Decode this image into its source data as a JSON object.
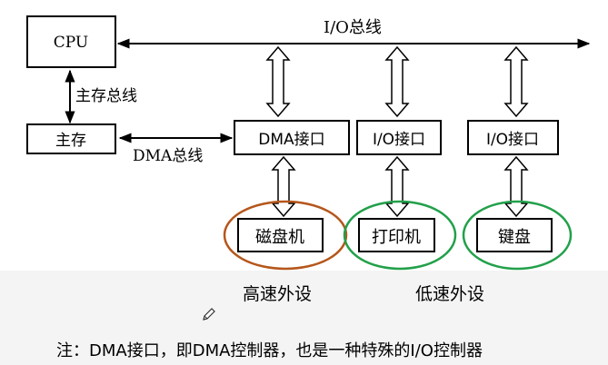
{
  "diagram": {
    "cpu": "CPU",
    "io_bus": "I/O总线",
    "main_bus": "主存总线",
    "main_memory": "主存",
    "dma_bus": "DMA总线",
    "dma_interface": "DMA接口",
    "io_interface_1": "I/O接口",
    "io_interface_2": "I/O接口",
    "disk": "磁盘机",
    "printer": "打印机",
    "keyboard": "键盘",
    "high_speed": "高速外设",
    "low_speed": "低速外设"
  },
  "colors": {
    "high_speed": "#b5561b",
    "low_speed": "#22a04a"
  },
  "note": "注：DMA接口，即DMA控制器，也是一种特殊的I/O控制器"
}
